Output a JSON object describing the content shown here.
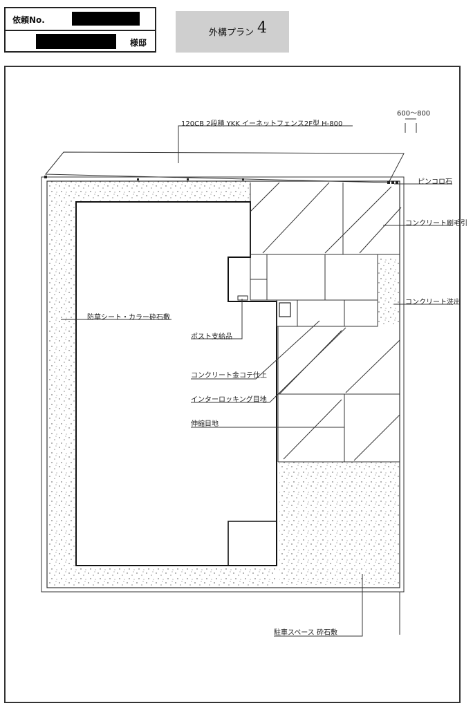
{
  "header": {
    "request_no_label": "依頼No.",
    "honorific_label": "様邸"
  },
  "plan": {
    "title": "外構プラン",
    "number": "4"
  },
  "annotations": {
    "fence": "120CB 2段積 YKK イーネットフェンス2F型 H-800",
    "width_range": "600～800",
    "pinkoro": "ピンコロ石",
    "concrete_brush": "コンクリート刷毛引",
    "concrete_wash": "コンクリート洗出",
    "weed_sheet": "防草シート・カラー砕石敷",
    "post": "ポスト支給品",
    "concrete_trowel": "コンクリート金コテ仕上",
    "interlocking": "インターロッキング目地",
    "expansion_joint": "伸縮目地",
    "parking": "駐車スペース 砕石敷"
  },
  "colors": {
    "line": "#222222",
    "redaction": "#000000",
    "plan_tag_bg": "#cfcfcf"
  }
}
